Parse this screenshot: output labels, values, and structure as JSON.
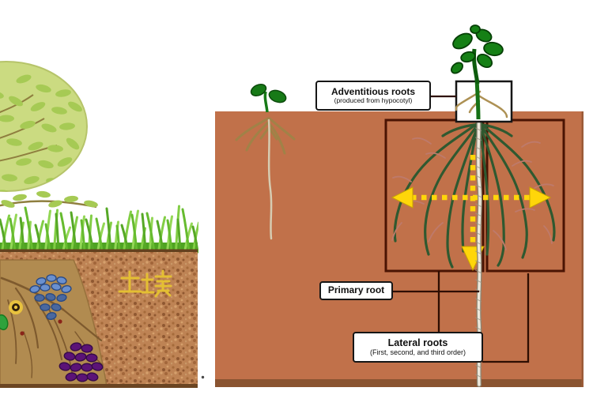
{
  "diagram": {
    "left_illustration": {
      "soil_label": "土壤"
    },
    "labels": {
      "adventitious": {
        "title": "Adventitious roots",
        "subtitle": "(produced from hypocotyl)"
      },
      "primary": {
        "title": "Primary root"
      },
      "lateral": {
        "title": "Lateral roots",
        "subtitle": "(First, second, and third order)"
      }
    },
    "colors": {
      "soil_panel": "#C1714A",
      "inner_box_border": "#4A1403",
      "arrow_yellow": "#FFD60A",
      "label_border": "#161616",
      "left_soil": "#BE8354",
      "burrow": "#B18B50",
      "canopy": "#CBDB81",
      "grass_green": "#63BB2F",
      "soil_text_yellow": "#E4BF33"
    }
  }
}
